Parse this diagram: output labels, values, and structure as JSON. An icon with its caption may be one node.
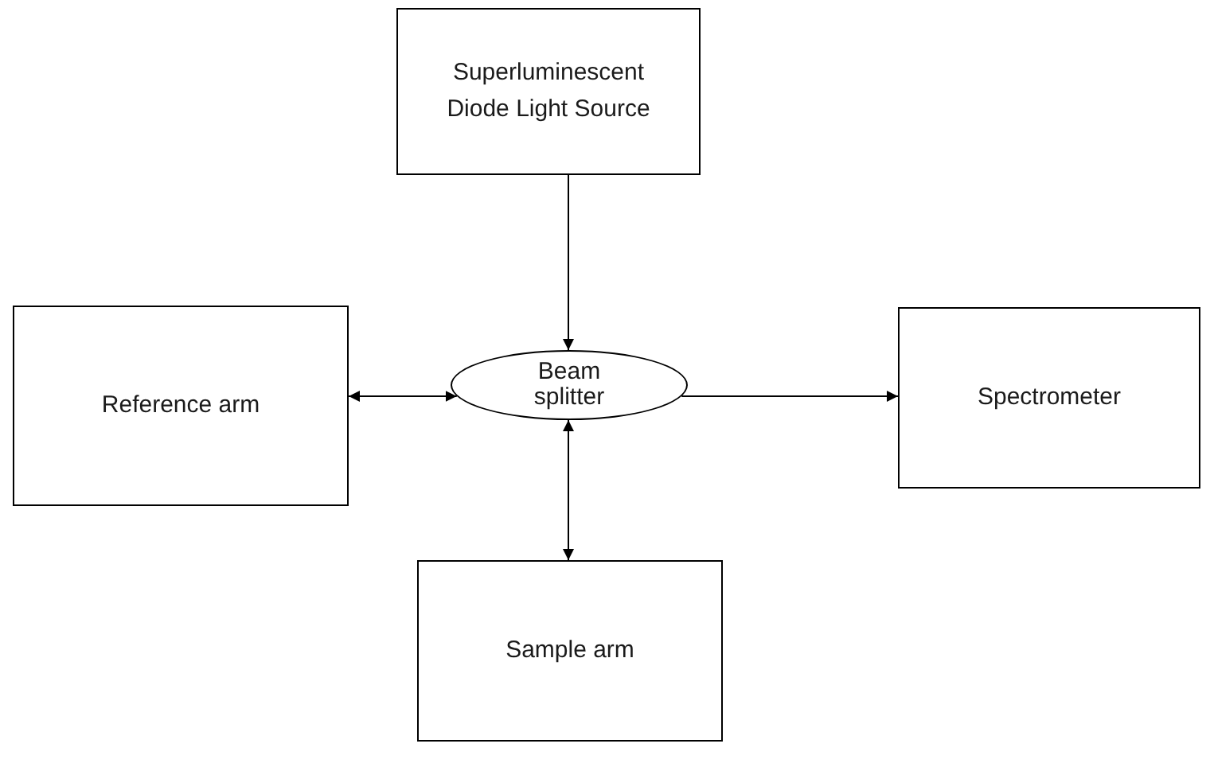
{
  "diagram": {
    "nodes": [
      {
        "text": [
          "Superluminescent Diode Light Source"
        ]
      },
      {
        "text": [
          "Reference arm"
        ]
      },
      {
        "text": [
          "Beam splitter"
        ]
      },
      {
        "text": [
          "Spectrometer"
        ]
      },
      {
        "text": [
          "Sample arm"
        ]
      }
    ],
    "edges": [
      {
        "from": 0,
        "to": 2,
        "arrow": "to"
      },
      {
        "from": 1,
        "to": 2,
        "arrow": "both"
      },
      {
        "from": 2,
        "to": 3,
        "arrow": "to"
      },
      {
        "from": 2,
        "to": 4,
        "arrow": "both"
      }
    ]
  }
}
